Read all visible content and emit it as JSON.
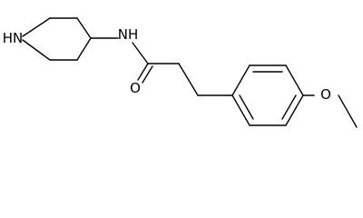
{
  "molecule": {
    "atoms": [
      {
        "id": "n_ring",
        "element": "N",
        "label": "HN"
      },
      {
        "id": "n_amide",
        "element": "N",
        "label": "NH"
      },
      {
        "id": "o_carbonyl",
        "element": "O",
        "label": "O"
      },
      {
        "id": "o_ether",
        "element": "O",
        "label": "O"
      }
    ]
  }
}
